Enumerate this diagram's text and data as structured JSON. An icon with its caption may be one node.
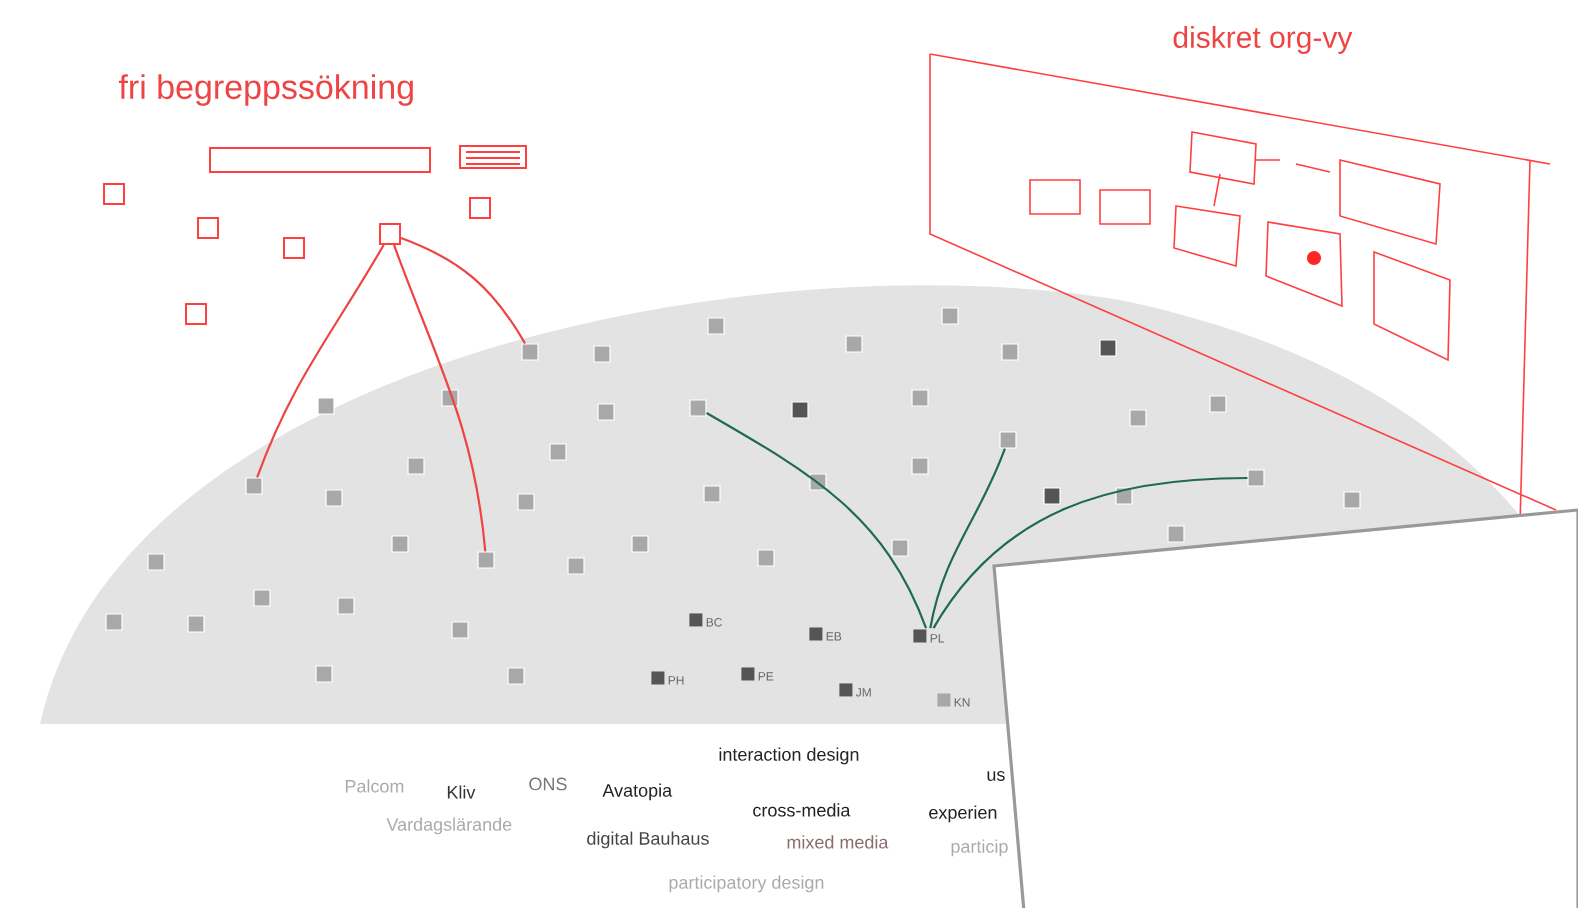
{
  "diagram": {
    "nodes": [
      {
        "text": [],
        "shape": "box"
      },
      {
        "text": [],
        "shape": "box"
      },
      {
        "text": [],
        "shape": "box"
      },
      {
        "text": [],
        "shape": "box"
      },
      {
        "text": [],
        "shape": "box"
      },
      {
        "text": [],
        "shape": "box"
      },
      {
        "text": [],
        "shape": "box"
      },
      {
        "text": [],
        "shape": "box"
      },
      {
        "text": [],
        "shape": "box"
      },
      {
        "text": [],
        "shape": "box"
      },
      {
        "text": [],
        "shape": "box"
      },
      {
        "text": [],
        "shape": "box"
      },
      {
        "text": [],
        "shape": "box"
      },
      {
        "text": [],
        "shape": "box"
      },
      {
        "text": [],
        "shape": "box"
      },
      {
        "text": [],
        "shape": "box"
      },
      {
        "text": [],
        "shape": "box"
      },
      {
        "text": [],
        "shape": "box"
      },
      {
        "text": [],
        "shape": "box"
      },
      {
        "text": [],
        "shape": "box"
      },
      {
        "text": [],
        "shape": "box"
      },
      {
        "text": [],
        "shape": "box"
      },
      {
        "text": [],
        "shape": "box"
      },
      {
        "text": [],
        "shape": "box"
      },
      {
        "text": [],
        "shape": "box"
      },
      {
        "text": [],
        "shape": "box"
      },
      {
        "text": [],
        "shape": "box"
      },
      {
        "text": [],
        "shape": "box"
      },
      {
        "text": [],
        "shape": "box"
      },
      {
        "text": [],
        "shape": "box"
      },
      {
        "text": [],
        "shape": "box"
      },
      {
        "text": [],
        "shape": "box"
      },
      {
        "text": [],
        "shape": "box"
      },
      {
        "text": [],
        "shape": "box"
      },
      {
        "text": [],
        "shape": "box"
      },
      {
        "text": [],
        "shape": "box"
      },
      {
        "text": [],
        "shape": "box"
      },
      {
        "text": [],
        "shape": "box"
      },
      {
        "text": [],
        "shape": "box"
      },
      {
        "text": [],
        "shape": "box"
      },
      {
        "text": [],
        "shape": "box"
      },
      {
        "text": [],
        "shape": "box"
      },
      {
        "text": [],
        "shape": "box"
      },
      {
        "text": [],
        "shape": "box"
      },
      {
        "text": [],
        "shape": "box"
      },
      {
        "text": [],
        "shape": "box"
      },
      {
        "text": [],
        "shape": "box"
      },
      {
        "text": [],
        "shape": "box"
      },
      {
        "text": [],
        "shape": "box"
      },
      {
        "text": [
          "BC"
        ]
      },
      {
        "text": [
          "EB"
        ]
      },
      {
        "text": [
          "PL"
        ]
      },
      {
        "text": [
          "PE"
        ]
      },
      {
        "text": [
          "PH"
        ]
      },
      {
        "text": [
          "JM"
        ]
      },
      {
        "text": [
          "KN"
        ]
      }
    ],
    "edges": [
      {
        "from": 3,
        "to": 27,
        "arrow": "none",
        "color": "#ee4444"
      },
      {
        "from": 3,
        "to": 39,
        "arrow": "none",
        "color": "#ee4444"
      },
      {
        "from": 3,
        "to": 10,
        "arrow": "none",
        "color": "#ee4444"
      },
      {
        "from": 51,
        "to": 17,
        "arrow": "none",
        "color": "#1f6b4f"
      },
      {
        "from": 51,
        "to": 21,
        "arrow": "none",
        "color": "#1f6b4f"
      },
      {
        "from": 51,
        "to": 25,
        "arrow": "none",
        "color": "#1f6b4f"
      }
    ],
    "labels": [
      "fri begreppssökning",
      "diskret org-vy",
      "interaction design",
      "Palcom",
      "Kliv",
      "ONS",
      "Avatopia",
      "us",
      "Vardagslärande",
      "cross-media",
      "experien",
      "digital Bauhaus",
      "mixed media",
      "particip",
      "participatory design"
    ]
  }
}
